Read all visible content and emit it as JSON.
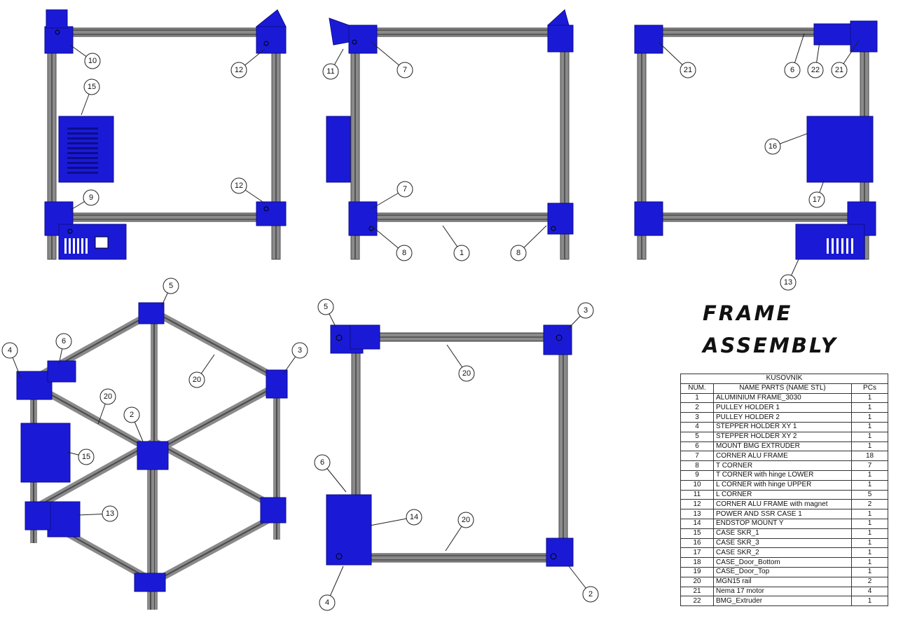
{
  "title": {
    "line1": "FRAME",
    "line2": "ASSEMBLY"
  },
  "bom": {
    "caption": "KUSOVNÍK",
    "headers": [
      "NUM.",
      "NAME PARTS (NAME STL)",
      "PCs"
    ],
    "rows": [
      [
        "1",
        "ALUMINIUM FRAME_3030",
        "1"
      ],
      [
        "2",
        "PULLEY HOLDER  1",
        "1"
      ],
      [
        "3",
        "PULLEY HOLDER 2",
        "1"
      ],
      [
        "4",
        "STEPPER HOLDER XY 1",
        "1"
      ],
      [
        "5",
        "STEPPER HOLDER XY 2",
        "1"
      ],
      [
        "6",
        "MOUNT BMG EXTRUDER",
        "1"
      ],
      [
        "7",
        "CORNER ALU FRAME",
        "18"
      ],
      [
        "8",
        "T CORNER",
        "7"
      ],
      [
        "9",
        "T CORNER with hinge LOWER",
        "1"
      ],
      [
        "10",
        "L CORNER  with hinge UPPER",
        "1"
      ],
      [
        "11",
        "L CORNER",
        "5"
      ],
      [
        "12",
        "CORNER ALU FRAME with magnet",
        "2"
      ],
      [
        "13",
        "POWER AND SSR CASE 1",
        "1"
      ],
      [
        "14",
        "ENDSTOP MOUNT Y",
        "1"
      ],
      [
        "15",
        "CASE SKR_1",
        "1"
      ],
      [
        "16",
        "CASE SKR_3",
        "1"
      ],
      [
        "17",
        "CASE SKR_2",
        "1"
      ],
      [
        "18",
        "CASE_Door_Bottom",
        "1"
      ],
      [
        "19",
        "CASE_Door_Top",
        "1"
      ],
      [
        "20",
        "MGN15 rail",
        "2"
      ],
      [
        "21",
        "Nema 17 motor",
        "4"
      ],
      [
        "22",
        "BMG_Extruder",
        "1"
      ]
    ]
  },
  "callouts": [
    "10",
    "12",
    "15",
    "12",
    "9",
    "11",
    "7",
    "7",
    "8",
    "1",
    "8",
    "21",
    "6",
    "22",
    "21",
    "16",
    "17",
    "13",
    "5",
    "6",
    "4",
    "3",
    "20",
    "20",
    "2",
    "15",
    "13",
    "5",
    "3",
    "20",
    "6",
    "14",
    "20",
    "4",
    "2"
  ],
  "colors": {
    "part_blue": "#1a1ad6",
    "part_dark": "#0c0c8c",
    "profile_gray": "#8a8a8a",
    "profile_dark": "#4a4a4a",
    "line": "#222222"
  }
}
